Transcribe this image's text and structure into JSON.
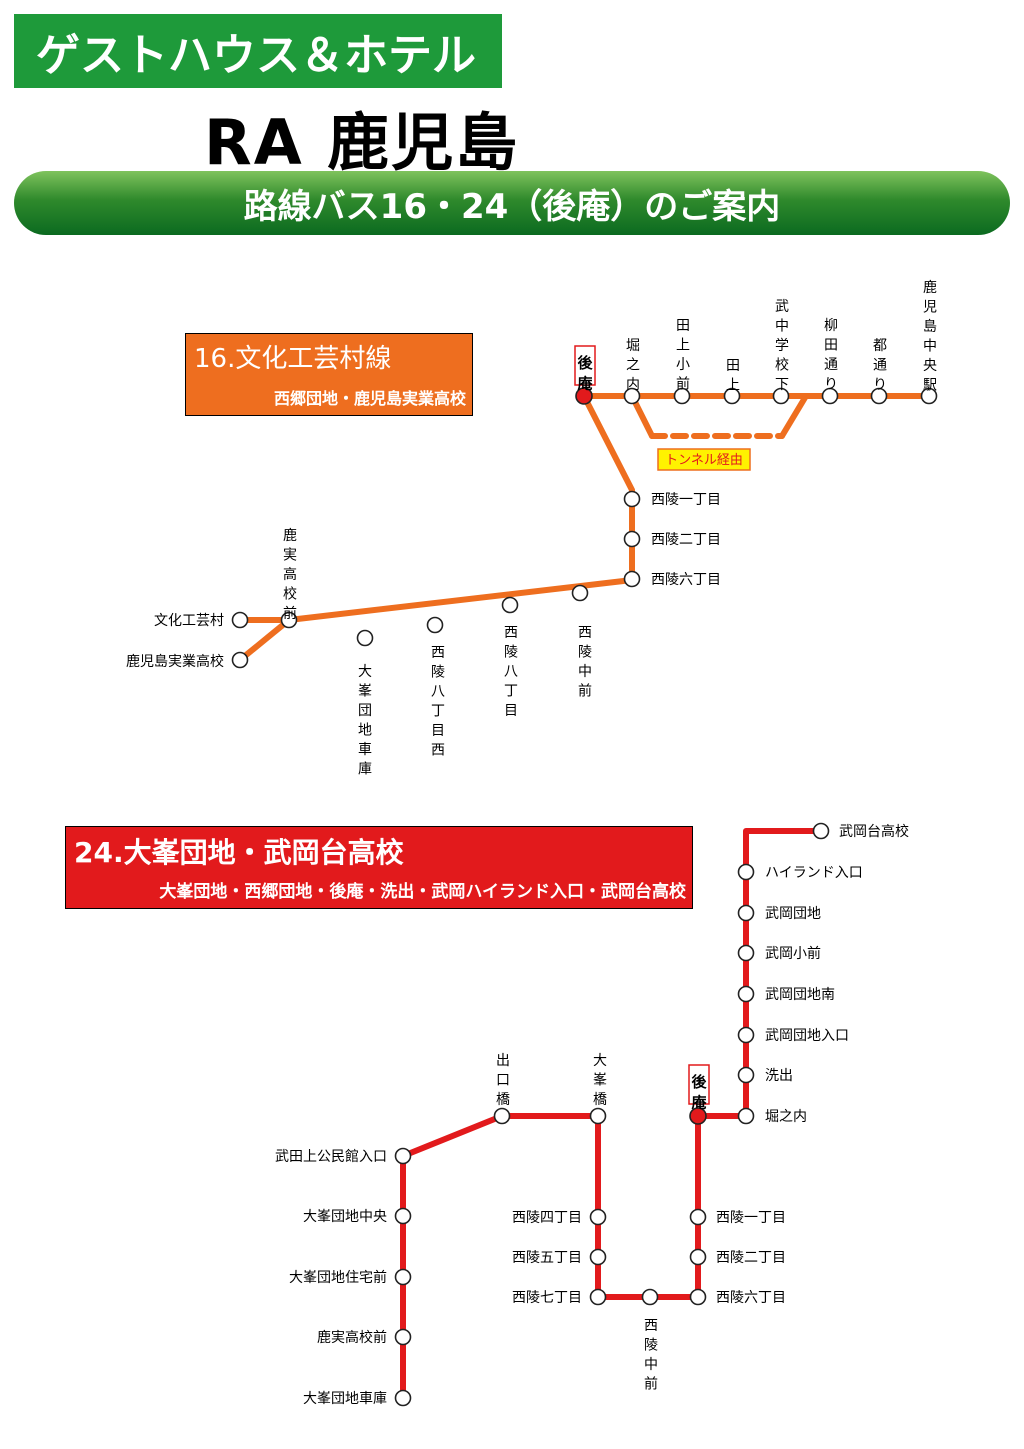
{
  "header": {
    "brand": "ゲストハウス＆ホテル",
    "hotel_name": "RA 鹿児島",
    "banner": "路線バス16・24（後庵）のご案内"
  },
  "colors": {
    "brand_green": "#1e9a3a",
    "route16_orange": "#ee6e1f",
    "route24_red": "#e21a1c",
    "home_stop_red": "#e21a1c",
    "tunnel_label_bg": "#fff200"
  },
  "route16": {
    "name": "16.文化工芸村線",
    "via": "西郷団地・鹿児島実業高校",
    "tunnel_label": "トンネル経由",
    "home_stop": "後庵",
    "stops": {
      "horikonouchi": "堀之内",
      "tagamishomae": "田上小前",
      "tagami": "田上",
      "takechugakkoshita": "武中学校下",
      "yanagidadori": "柳田通り",
      "miyakodori": "都通り",
      "kagoshimachuo": "鹿児島中央駅",
      "nishiryo1": "西陵一丁目",
      "nishiryo2": "西陵二丁目",
      "nishiryo6": "西陵六丁目",
      "nishiryonakamae": "西陵中前",
      "nishiryo8": "西陵八丁目",
      "nishiryo8nishi": "西陵八丁目西",
      "ominedanchishako": "大峯団地車庫",
      "kajitsukokomae": "鹿実高校前",
      "bunkakogeimura": "文化工芸村",
      "kagoshimajitsugyo": "鹿児島実業高校"
    }
  },
  "route24": {
    "name": "24.大峯団地・武岡台高校",
    "via": "大峯団地・西郷団地・後庵・洗出・武岡ハイランド入口・武岡台高校",
    "home_stop": "後庵",
    "stops": {
      "takeokadaikoko": "武岡台高校",
      "highland": "ハイランド入口",
      "takeokadanchi": "武岡団地",
      "takeokashomae": "武岡小前",
      "takeokadanchiminami": "武岡団地南",
      "takeokadanchiiriguchi": "武岡団地入口",
      "araide": "洗出",
      "horikonouchi": "堀之内",
      "nishiryo1": "西陵一丁目",
      "nishiryo2": "西陵二丁目",
      "nishiryo6": "西陵六丁目",
      "nishiryonakamae": "西陵中前",
      "nishiryo7": "西陵七丁目",
      "nishiryo5": "西陵五丁目",
      "nishiryo4": "西陵四丁目",
      "ominebashi": "大峯橋",
      "deguchibashi": "出口橋",
      "taketagamikominkan": "武田上公民館入口",
      "ominedanchichuo": "大峯団地中央",
      "ominedanchijutakumae": "大峯団地住宅前",
      "kajitsukokomae": "鹿実高校前",
      "ominedanchishako": "大峯団地車庫"
    }
  }
}
